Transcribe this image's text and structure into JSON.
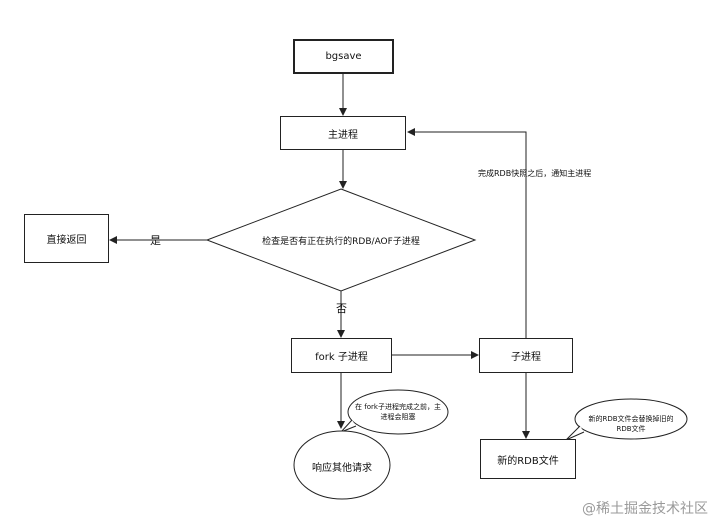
{
  "nodes": {
    "bgsave": "bgsave",
    "main_process": "主进程",
    "decision": "检查是否有正在执行的RDB/AOF子进程",
    "return_direct": "直接返回",
    "fork_child": "fork 子进程",
    "child_process": "子进程",
    "new_rdb": "新的RDB文件",
    "respond_requests": "响应其他请求"
  },
  "edge_labels": {
    "yes": "是",
    "no": "否",
    "notify": "完成RDB快照之后，通知主进程"
  },
  "callouts": {
    "fork_note": "在 fork子进程完成之前，主进程会阻塞",
    "replace_note": "新的RDB文件会替换掉旧的RDB文件"
  },
  "watermark": "@稀土掘金技术社区"
}
